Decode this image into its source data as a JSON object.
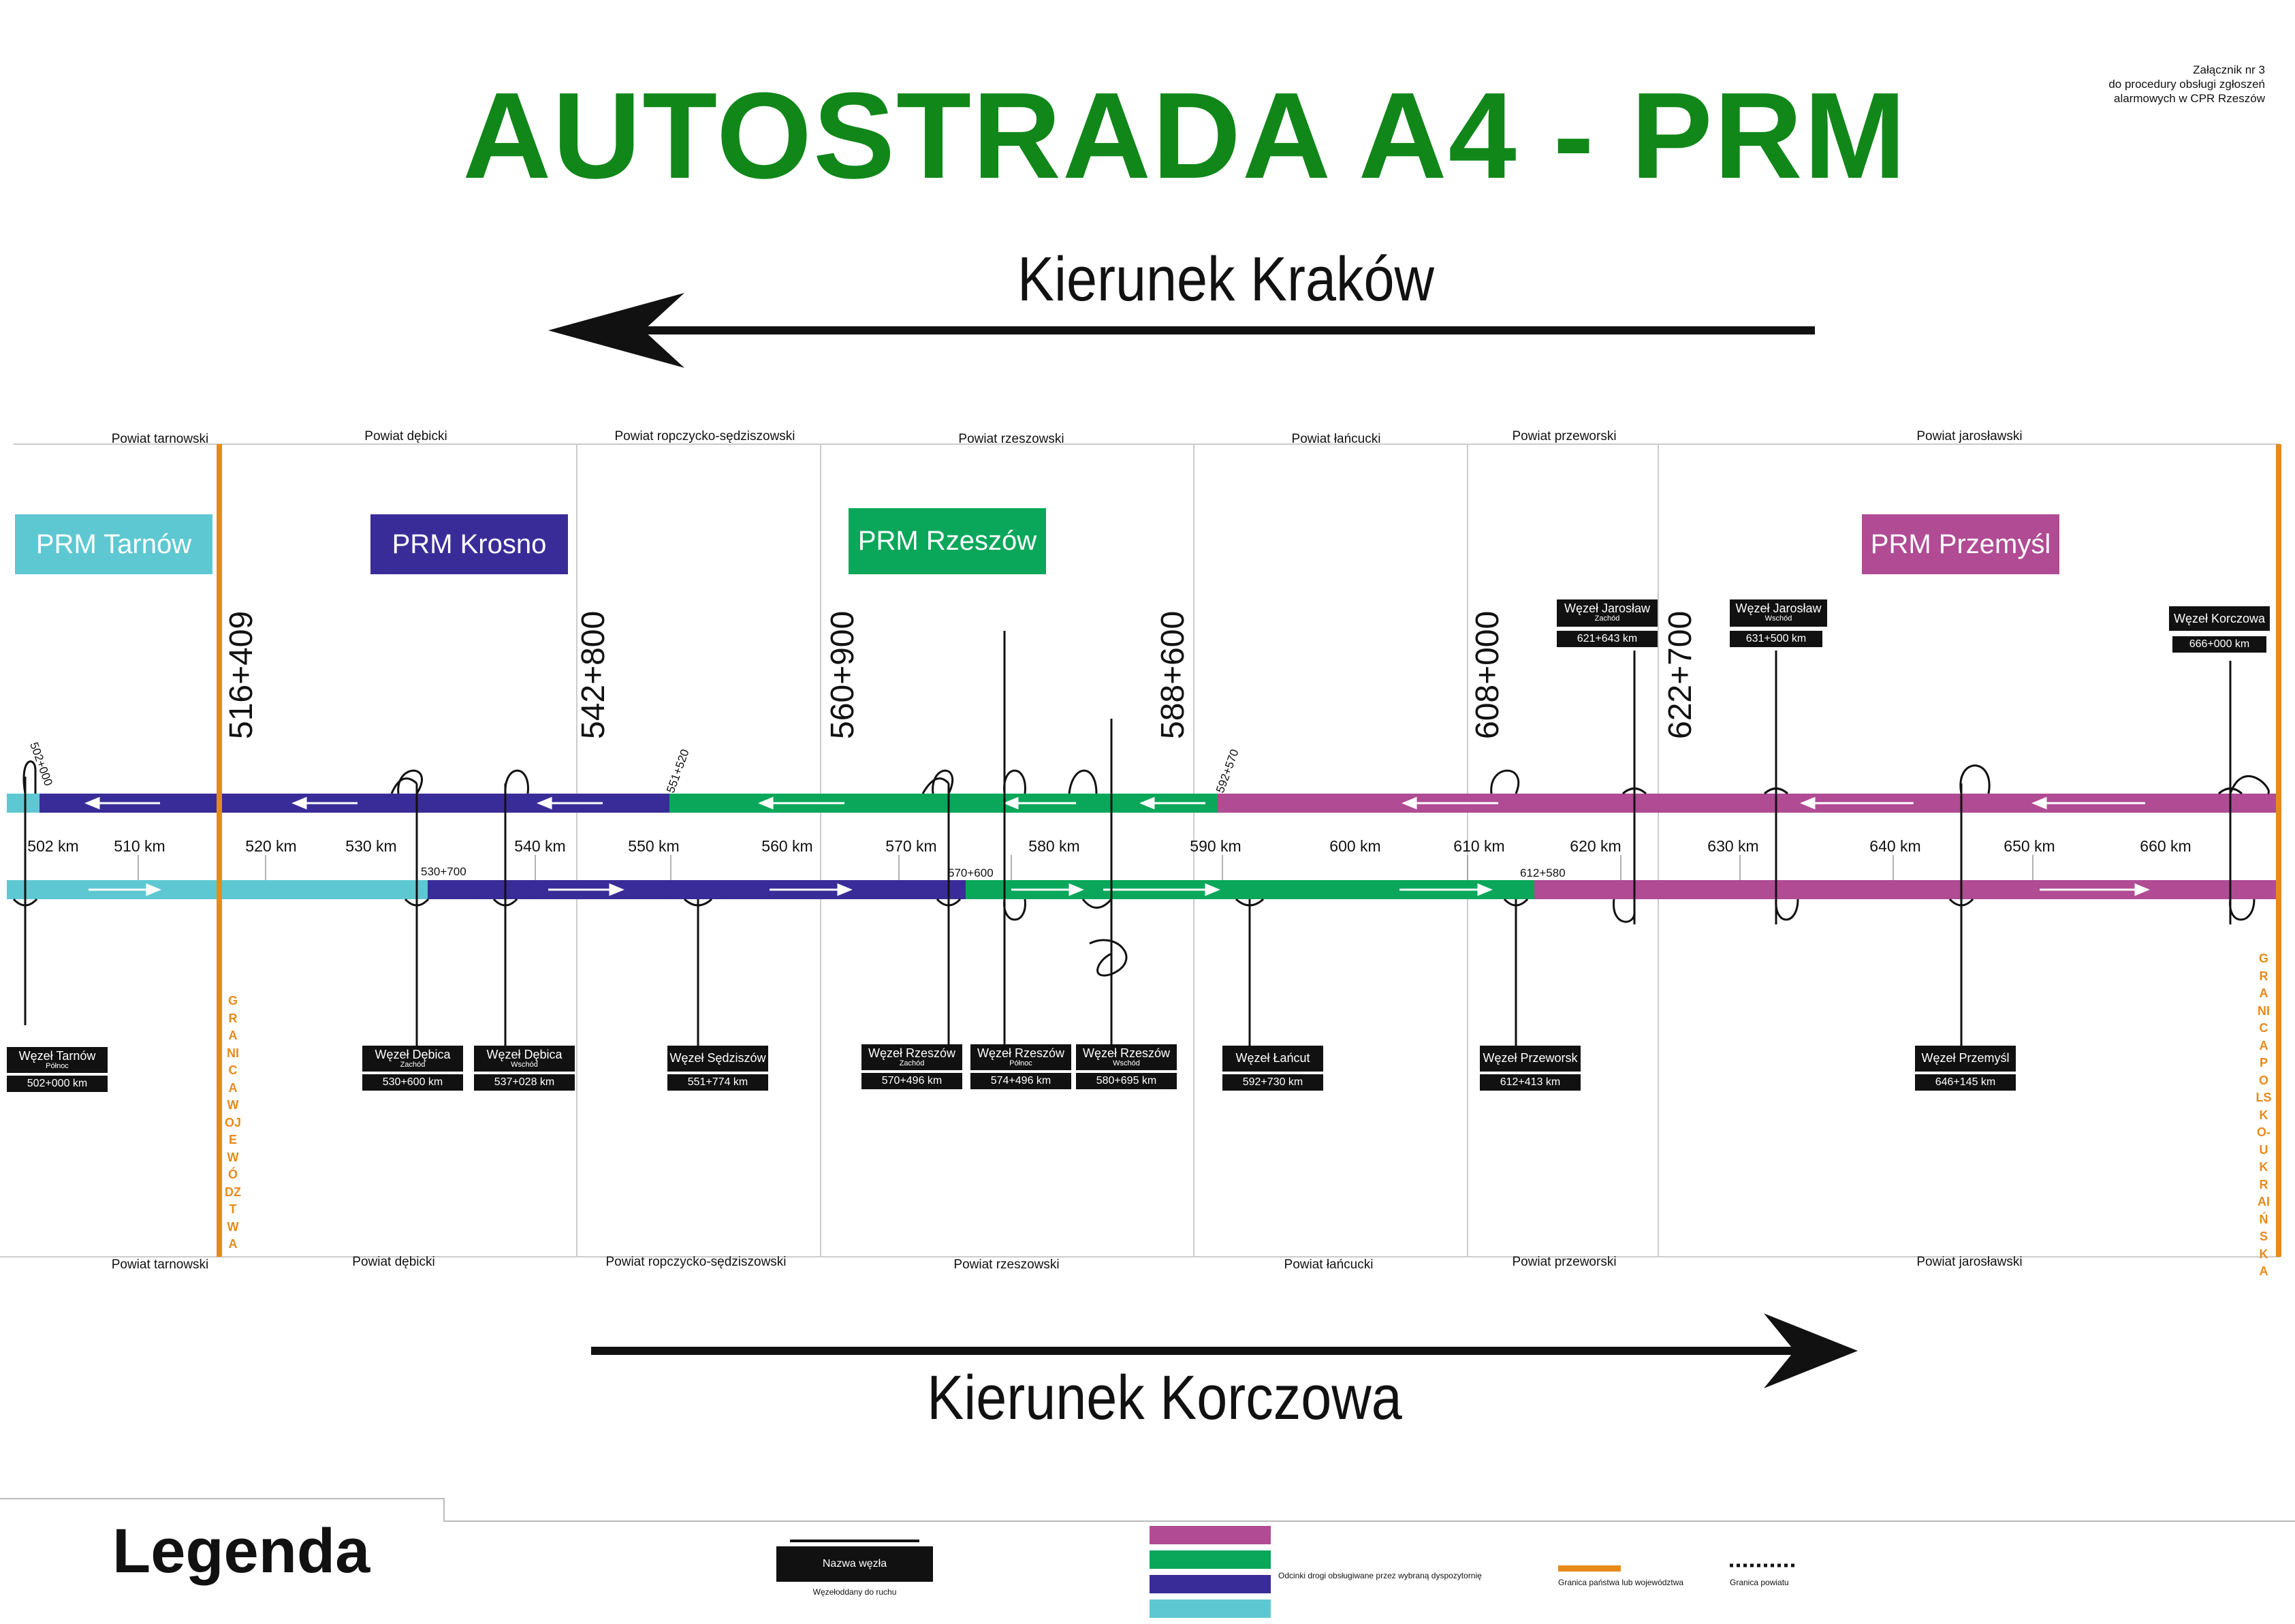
{
  "title": "AUTOSTRADA A4 - PRM",
  "attachment": {
    "line1": "Załącznik nr 3",
    "line2": "do procedury obsługi zgłoszeń",
    "line3": "alarmowych w CPR Rzeszów"
  },
  "direction_top": "Kierunek Kraków",
  "direction_bottom": "Kierunek Korczowa",
  "counties_top": [
    "Powiat tarnowski",
    "Powiat dębicki",
    "Powiat ropczycko-sędziszowski",
    "Powiat rzeszowski",
    "Powiat łańcucki",
    "Powiat przeworski",
    "Powiat jarosławski"
  ],
  "counties_bottom": [
    "Powiat tarnowski",
    "Powiat dębicki",
    "Powiat ropczycko-sędziszowski",
    "Powiat rzeszowski",
    "Powiat łańcucki",
    "Powiat przeworski",
    "Powiat jarosławski"
  ],
  "prm_units": [
    {
      "name": "PRM Tarnów",
      "color": "#5ec8d2"
    },
    {
      "name": "PRM Krosno",
      "color": "#3a2c98"
    },
    {
      "name": "PRM Rzeszów",
      "color": "#0aa75a"
    },
    {
      "name": "PRM Przemyśl",
      "color": "#b04b94"
    }
  ],
  "chainages": [
    "516+409",
    "542+800",
    "560+900",
    "588+600",
    "608+000",
    "622+700"
  ],
  "small_chainages": [
    "502+000",
    "551+520",
    "592+570",
    "530+700",
    "570+600",
    "612+580"
  ],
  "km_markers": [
    "502 km",
    "510 km",
    "520 km",
    "530 km",
    "540 km",
    "550 km",
    "560 km",
    "570 km",
    "580 km",
    "590 km",
    "600 km",
    "610 km",
    "620 km",
    "630 km",
    "640 km",
    "650 km",
    "660 km"
  ],
  "nodes_top": [
    {
      "name": "Węzeł Jarosław",
      "sub": "Zachód",
      "km": "621+643 km"
    },
    {
      "name": "Węzeł Jarosław",
      "sub": "Wschód",
      "km": "631+500 km"
    },
    {
      "name": "Węzeł Korczowa",
      "sub": "",
      "km": "666+000 km"
    }
  ],
  "nodes_bottom": [
    {
      "name": "Węzeł Tarnów",
      "sub": "Północ",
      "km": "502+000 km"
    },
    {
      "name": "Węzeł Dębica",
      "sub": "Zachód",
      "km": "530+600 km"
    },
    {
      "name": "Węzeł Dębica",
      "sub": "Wschód",
      "km": "537+028 km"
    },
    {
      "name": "Węzeł Sędziszów",
      "sub": "",
      "km": "551+774 km"
    },
    {
      "name": "Węzeł Rzeszów",
      "sub": "Zachód",
      "km": "570+496 km"
    },
    {
      "name": "Węzeł Rzeszów",
      "sub": "Północ",
      "km": "574+496 km"
    },
    {
      "name": "Węzeł Rzeszów",
      "sub": "Wschód",
      "km": "580+695 km"
    },
    {
      "name": "Węzeł Łańcut",
      "sub": "",
      "km": "592+730 km"
    },
    {
      "name": "Węzeł Przeworsk",
      "sub": "",
      "km": "612+413 km"
    },
    {
      "name": "Węzeł Przemyśl",
      "sub": "",
      "km": "646+145 km"
    }
  ],
  "border_voivodeship": "GRANICA WOJEWÓDZTWA",
  "border_country": "GRANICA POLSKO-UKRAIŃSKA",
  "legend": {
    "title": "Legenda",
    "node_label": "Nazwa węzła",
    "node_caption": "Węzełoddany do ruchu",
    "sections_caption": "Odcinki drogi obsługiwane przez wybraną dyspozytornię",
    "border_caption": "Granica państwa lub województwa",
    "county_caption": "Granica powiatu"
  },
  "colors": {
    "title": "#11871a",
    "border": "#e88a1a",
    "tarnow": "#5ec8d2",
    "krosno": "#3a2c98",
    "rzeszow": "#0aa75a",
    "przemysl": "#b04b94"
  }
}
